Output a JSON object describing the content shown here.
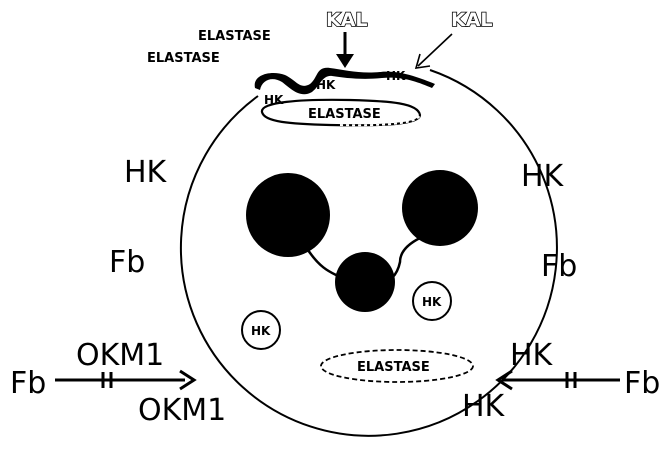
{
  "labels": {
    "kal_left": "KAL",
    "kal_right": "KAL",
    "elastase_top1": "ELASTASE",
    "elastase_top2": "ELASTASE",
    "elastase_cap": "ELASTASE",
    "hk_cap_1": "HK",
    "hk_cap_2": "HK",
    "hk_cap_3": "HK",
    "hk_left": "HK",
    "hk_right": "HK",
    "fb_left": "Fb",
    "fb_right": "Fb",
    "okm1_top": "OKM1",
    "okm1_bottom": "OKM1",
    "fb_far_left": "Fb",
    "fb_far_right": "Fb",
    "hk_lower_right_1": "HK",
    "hk_lower_right_2": "HK",
    "hk_granule_1": "HK",
    "hk_granule_2": "HK",
    "elastase_granule": "ELASTASE"
  }
}
